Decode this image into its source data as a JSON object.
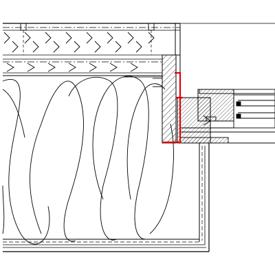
{
  "drawing": {
    "kind": "architectural section detail",
    "stroke_color": "#000000",
    "highlight_color": "#e00000",
    "background": "#ffffff",
    "components": [
      "timber-deck-layers",
      "insulation-batts",
      "window-frame",
      "reveal-lining",
      "membrane-highlight",
      "sill-lining"
    ]
  }
}
